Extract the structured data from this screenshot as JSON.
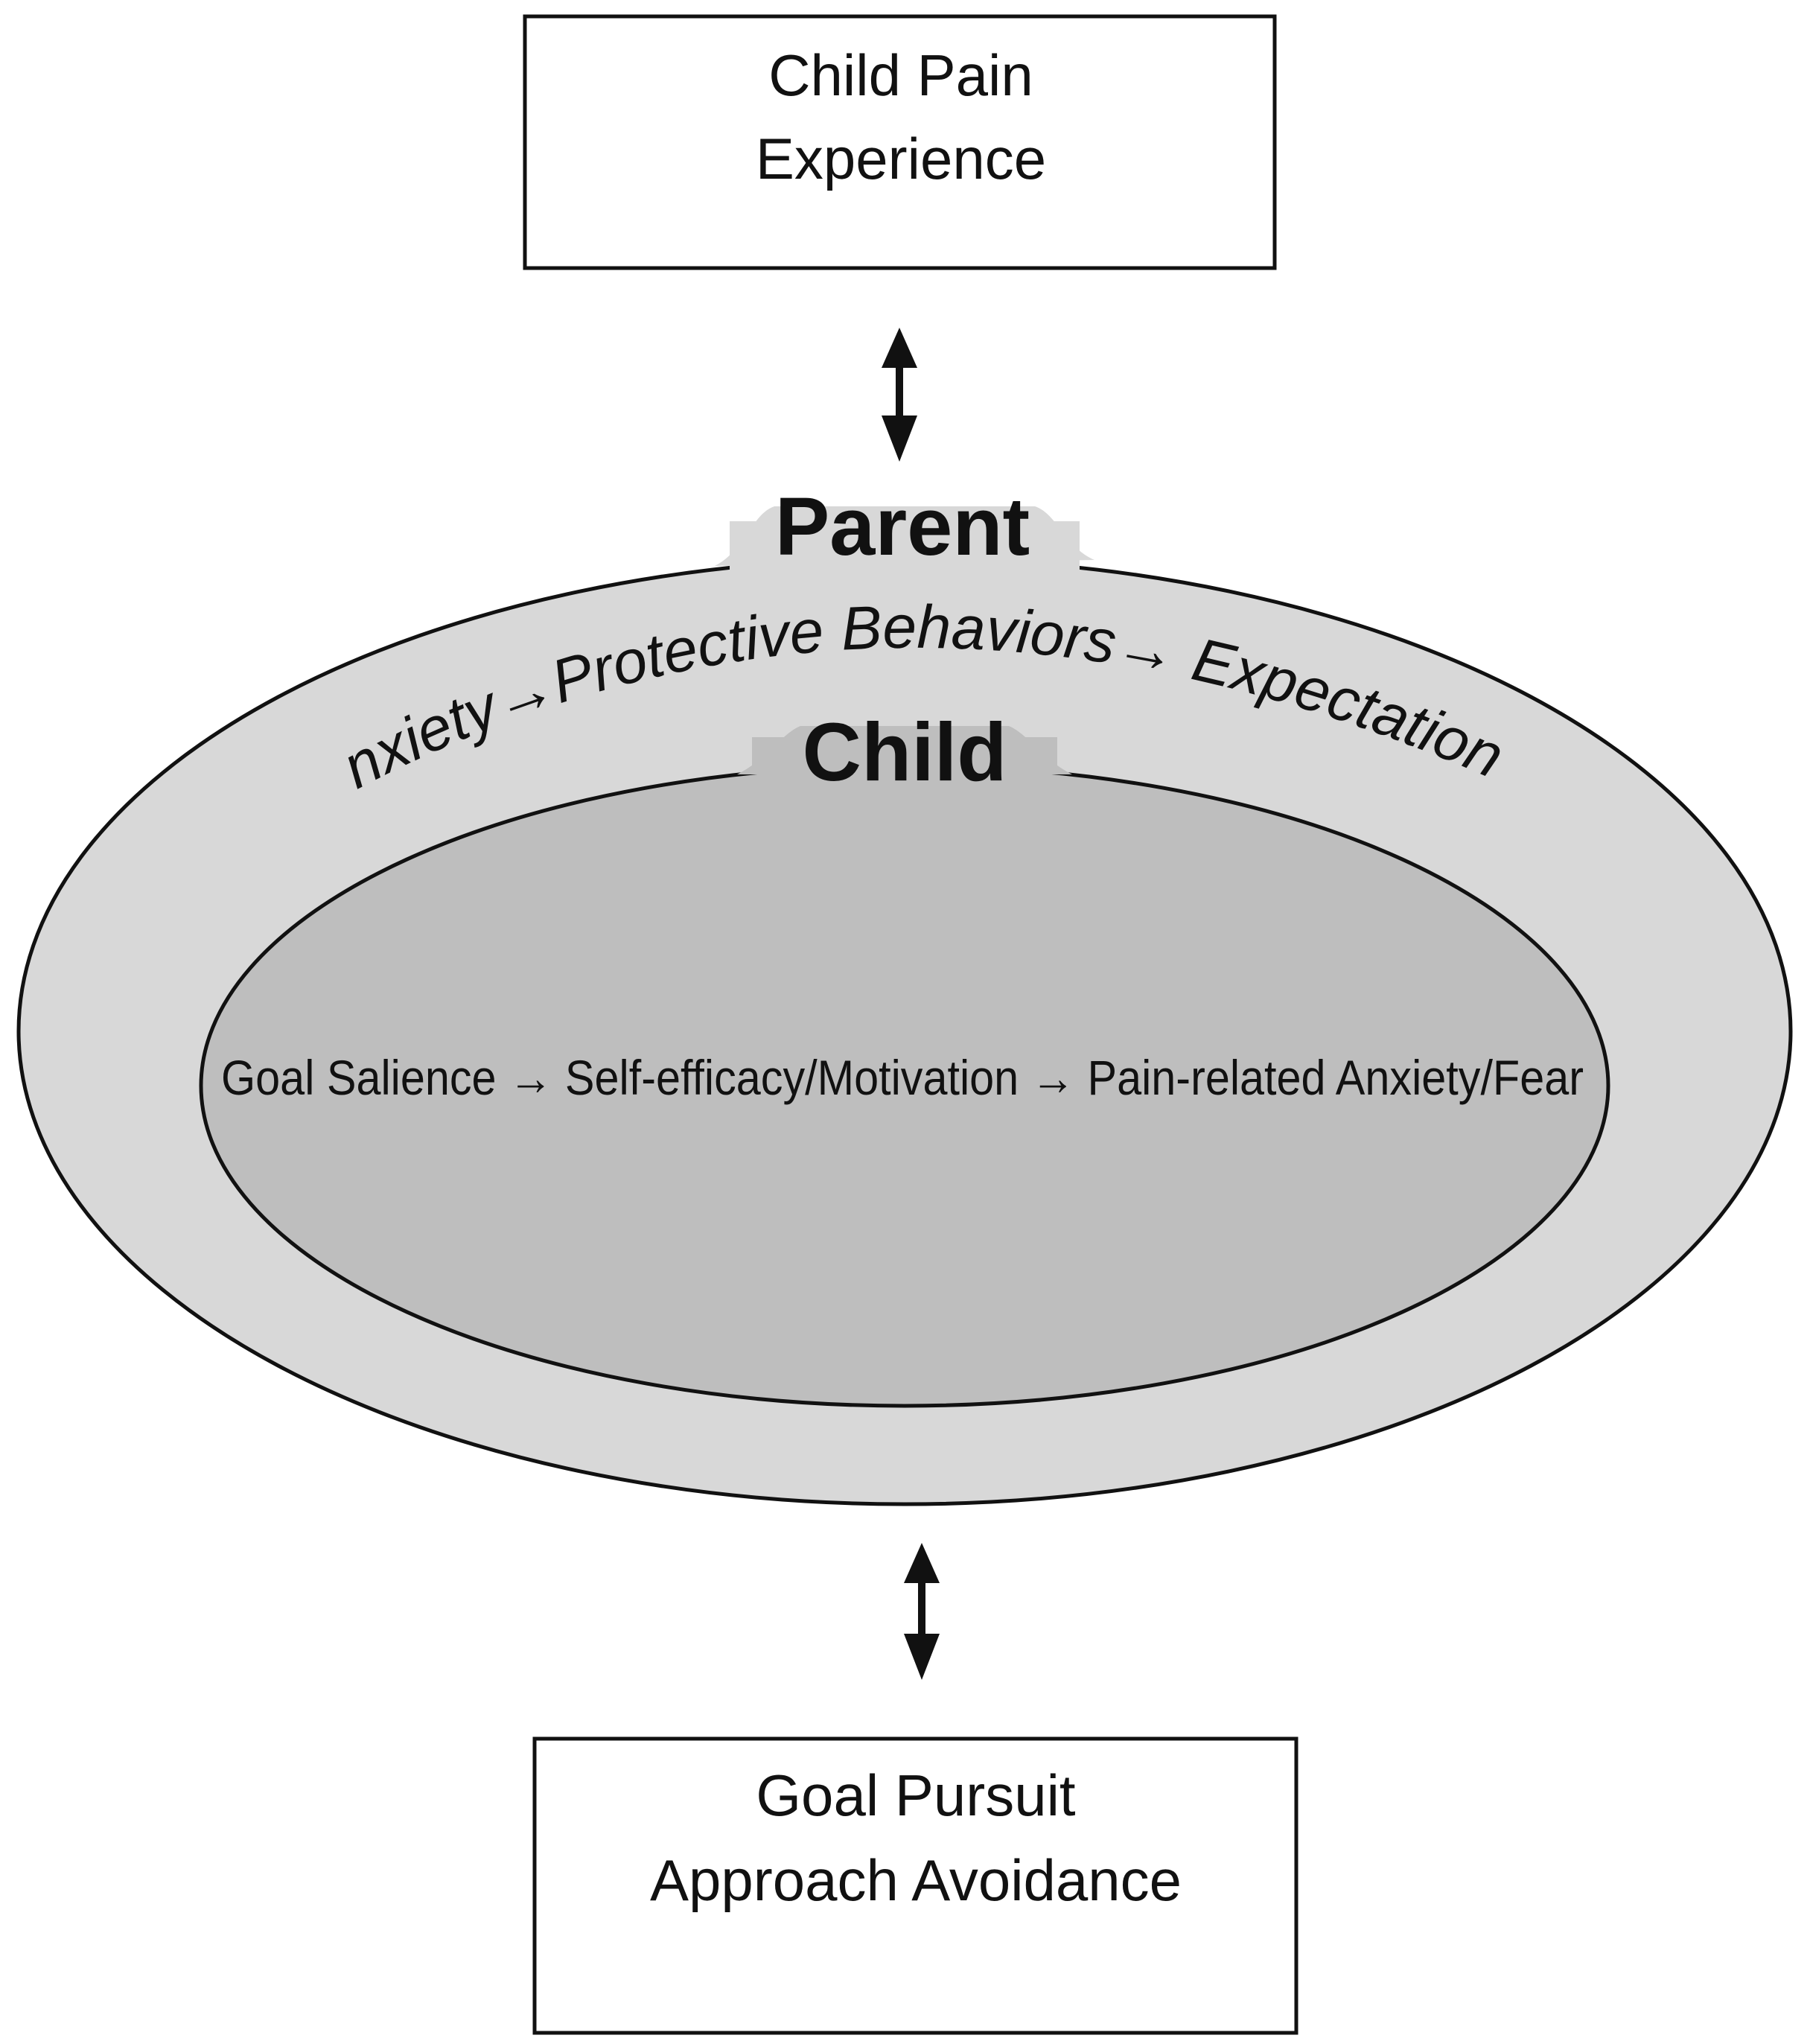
{
  "colors": {
    "outer_ring_fill": "#d8d8d8",
    "inner_ring_fill": "#bebebe",
    "stroke": "#111111",
    "box_fill": "#ffffff"
  },
  "top_box": {
    "line1": "Child Pain",
    "line2": "Experience"
  },
  "bottom_box": {
    "line1": "Goal Pursuit",
    "line2": "Approach Avoidance"
  },
  "parent": {
    "title": "Parent",
    "chain": "Anxiety→Protective Behaviors→ Expectations"
  },
  "child": {
    "title": "Child",
    "chain": "Goal Salience → Self-efficacy/Motivation → Pain-related Anxiety/Fear"
  },
  "connectors": [
    {
      "from": "Child Pain Experience",
      "to": "Parent",
      "direction": "bidirectional"
    },
    {
      "from": "Parent",
      "to": "Goal Pursuit Approach Avoidance",
      "direction": "bidirectional"
    }
  ]
}
